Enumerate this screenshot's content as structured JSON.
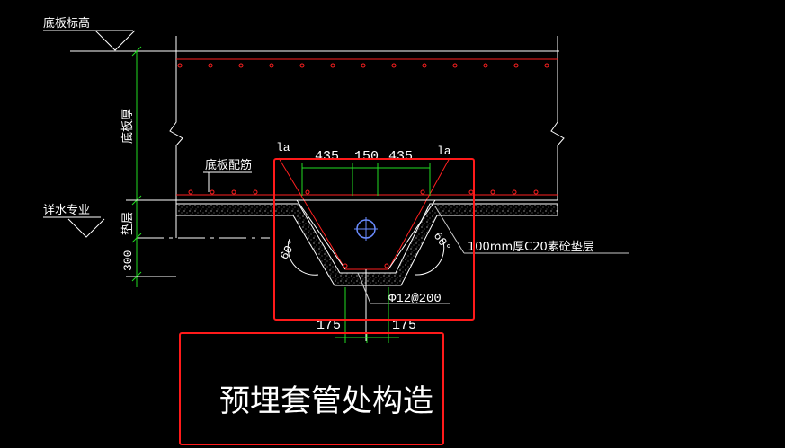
{
  "labels": {
    "slab_top_elevation": "底板标高",
    "slab_thickness": "底板厚",
    "slab_bottom_rebar": "底板配筋",
    "drainage_label": "详水专业",
    "cushion_label": "垫层",
    "depth_300": "300",
    "la_left": "la",
    "la_right": "la",
    "dim_435_left": "435",
    "dim_150": "150",
    "dim_435_right": "435",
    "angle_left": "60°",
    "angle_right": "60°",
    "cushion_note": "100mm厚C20素砼垫层",
    "rebar_spec": "Φ12@200",
    "dim_175_left": "175",
    "dim_175_right": "175",
    "detail_title": "预埋套管处构造"
  },
  "colors": {
    "background": "#000000",
    "outline": "#ffffff",
    "rebar": "#ff2020",
    "dimension": "#22dd22",
    "highlight_box": "#ff1a1a",
    "sleeve": "#6a8cff",
    "leader": "#c8c8c8"
  }
}
